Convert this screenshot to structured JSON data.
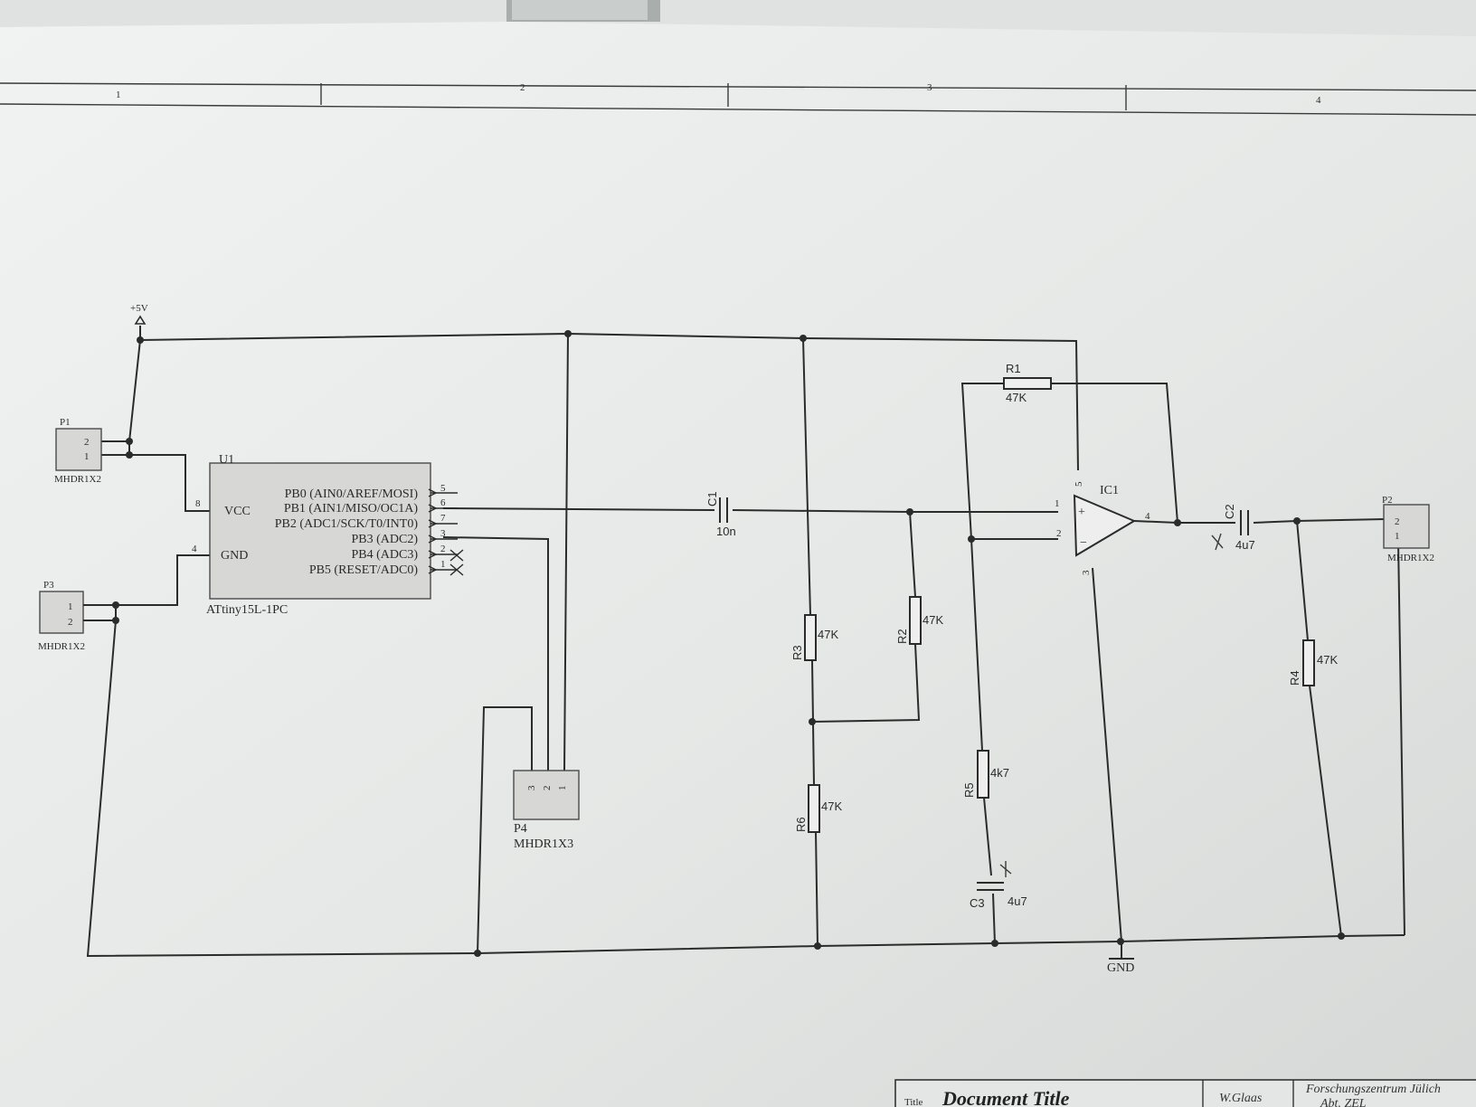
{
  "frame": {
    "zones": [
      "1",
      "2",
      "3",
      "4"
    ]
  },
  "power": {
    "vcc_label": "+5V",
    "gnd_label": "GND"
  },
  "connectors": {
    "p1": {
      "ref": "P1",
      "value": "MHDR1X2",
      "pins": [
        "2",
        "1"
      ]
    },
    "p2": {
      "ref": "P2",
      "value": "MHDR1X2",
      "pins": [
        "2",
        "1"
      ]
    },
    "p3": {
      "ref": "P3",
      "value": "MHDR1X2",
      "pins": [
        "1",
        "2"
      ]
    },
    "p4": {
      "ref": "P4",
      "value": "MHDR1X3",
      "pins": [
        "3",
        "2",
        "1"
      ]
    }
  },
  "u1": {
    "ref": "U1",
    "value": "ATtiny15L-1PC",
    "left_pins": [
      {
        "num": "8",
        "name": "VCC"
      },
      {
        "num": "4",
        "name": "GND"
      }
    ],
    "right_pins": [
      {
        "num": "5",
        "name": "PB0 (AIN0/AREF/MOSI)"
      },
      {
        "num": "6",
        "name": "PB1 (AIN1/MISO/OC1A)"
      },
      {
        "num": "7",
        "name": "PB2 (ADC1/SCK/T0/INT0)"
      },
      {
        "num": "3",
        "name": "PB3 (ADC2)"
      },
      {
        "num": "2",
        "name": "PB4 (ADC3)"
      },
      {
        "num": "1",
        "name": "PB5 (RESET/ADC0)"
      }
    ]
  },
  "ic1": {
    "ref": "IC1",
    "plus": "+",
    "minus": "−",
    "pins": {
      "in_plus": "1",
      "in_minus": "2",
      "out": "4",
      "vpos": "5",
      "vneg": "3"
    }
  },
  "components": {
    "r1": {
      "ref": "R1",
      "value": "47K"
    },
    "r2": {
      "ref": "R2",
      "value": "47K"
    },
    "r3": {
      "ref": "R3",
      "value": "47K"
    },
    "r4": {
      "ref": "R4",
      "value": "47K"
    },
    "r5": {
      "ref": "R5",
      "value": "4k7"
    },
    "r6": {
      "ref": "R6",
      "value": "47K"
    },
    "c1": {
      "ref": "C1",
      "value": "10n"
    },
    "c2": {
      "ref": "C2",
      "value": "4u7"
    },
    "c3": {
      "ref": "C3",
      "value": "4u7"
    }
  },
  "title_block": {
    "title_label": "Title",
    "title": "Document Title",
    "author": "W.Glaas",
    "org": "Forschungszentrum Jülich",
    "dept": "Abt. ZEL"
  }
}
